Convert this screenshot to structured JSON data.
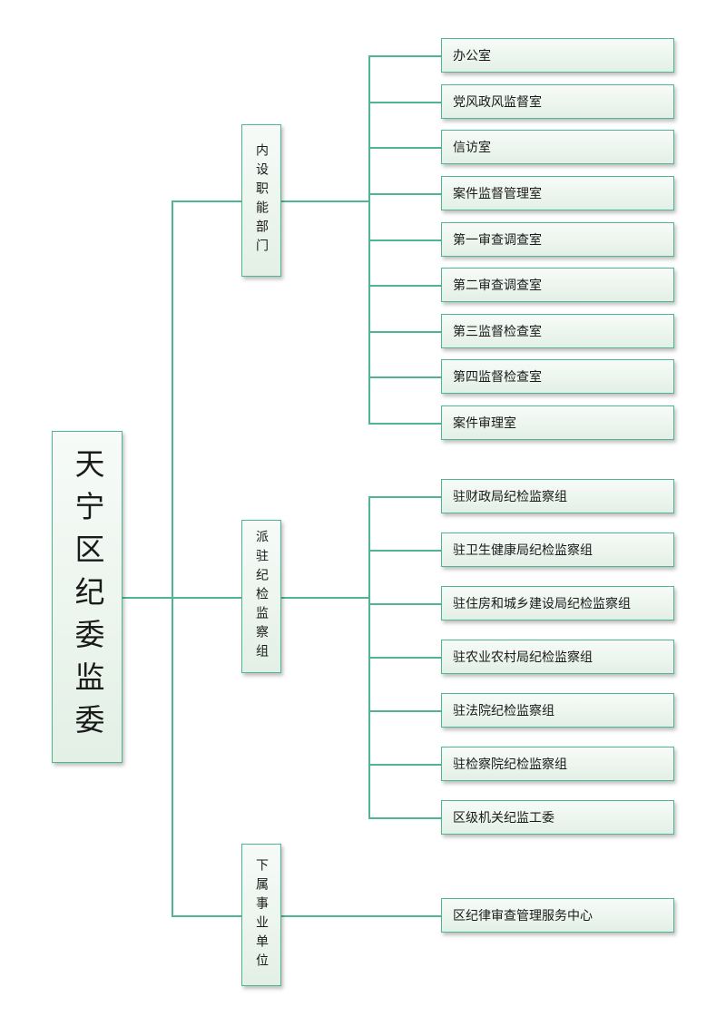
{
  "root": {
    "label": "天宁区纪委监委"
  },
  "groups": [
    {
      "label": "内设职能部门",
      "items": [
        "办公室",
        "党风政风监督室",
        "信访室",
        "案件监督管理室",
        "第一审查调查室",
        "第二审查调查室",
        "第三监督检查室",
        "第四监督检查室",
        "案件审理室"
      ]
    },
    {
      "label": "派驻纪检监察组",
      "items": [
        "驻财政局纪检监察组",
        "驻卫生健康局纪检监察组",
        "驻住房和城乡建设局纪检监察组",
        "驻农业农村局纪检监察组",
        "驻法院纪检监察组",
        "驻检察院纪检监察组",
        "区级机关纪监工委"
      ]
    },
    {
      "label": "下属事业单位",
      "items": [
        "区纪律审查管理服务中心"
      ]
    }
  ],
  "colors": {
    "line": "#4fb595",
    "box_fill": "#e3f0e6"
  }
}
